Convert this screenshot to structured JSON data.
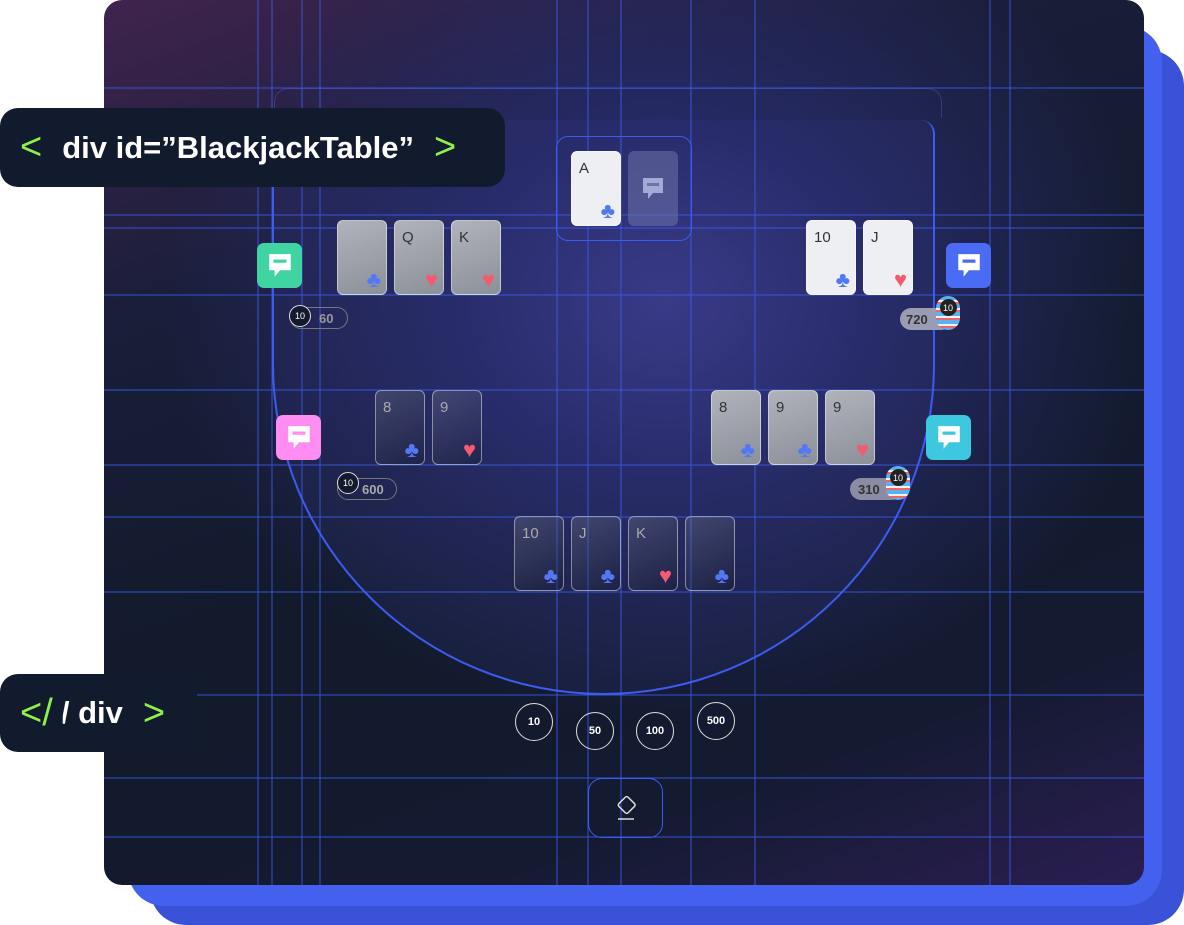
{
  "tags": {
    "open": "div id=”BlackjackTable”",
    "close": "</ div",
    "chev_left": "<",
    "chev_right": ">",
    "slash": "</"
  },
  "dealer": {
    "cards": [
      {
        "rank": "A",
        "suit": "♣"
      }
    ],
    "hidden_icon": "chat-logo-icon"
  },
  "players": [
    {
      "id": "green",
      "color": "#3fd4a2",
      "bet": "60",
      "chip": "10",
      "cards": [
        {
          "rank": "",
          "suit": "♣"
        },
        {
          "rank": "Q",
          "suit": "♥"
        },
        {
          "rank": "K",
          "suit": "♥"
        }
      ]
    },
    {
      "id": "blue",
      "color": "#4a6cf5",
      "bet": "720",
      "chip": "10",
      "cards": [
        {
          "rank": "10",
          "suit": "♣"
        },
        {
          "rank": "J",
          "suit": "♥"
        }
      ]
    },
    {
      "id": "pink",
      "color": "#ff8cf0",
      "bet": "600",
      "chip": "10",
      "cards": [
        {
          "rank": "8",
          "suit": "♣"
        },
        {
          "rank": "9",
          "suit": "♥"
        }
      ]
    },
    {
      "id": "cyan",
      "color": "#3ec8e0",
      "bet": "310",
      "chip": "10",
      "cards": [
        {
          "rank": "8",
          "suit": "♣"
        },
        {
          "rank": "9",
          "suit": "♣"
        },
        {
          "rank": "9",
          "suit": "♥"
        }
      ]
    },
    {
      "id": "center",
      "cards": [
        {
          "rank": "10",
          "suit": "♣"
        },
        {
          "rank": "J",
          "suit": "♣"
        },
        {
          "rank": "K",
          "suit": "♥"
        },
        {
          "rank": "",
          "suit": "♣"
        }
      ]
    }
  ],
  "chips": [
    "10",
    "50",
    "100",
    "500"
  ],
  "clear_icon": "eraser-icon"
}
